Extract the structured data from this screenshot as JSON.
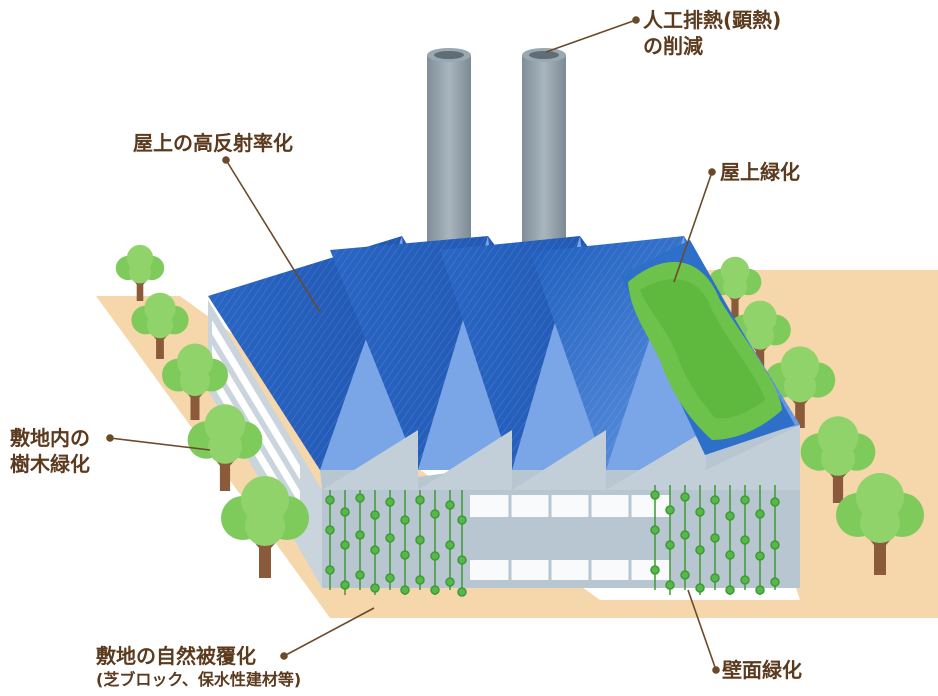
{
  "labels": {
    "waste_heat": {
      "line1": "人工排熱(顕熱)",
      "line2": "の削減"
    },
    "roof_reflectivity": "屋上の高反射率化",
    "roof_greening": "屋上緑化",
    "site_trees": {
      "line1": "敷地内の",
      "line2": "樹木緑化"
    },
    "ground_cover": {
      "line1": "敷地の自然被覆化",
      "line2": "(芝ブロック、保水性建材等)"
    },
    "wall_greening": "壁面緑化"
  },
  "colors": {
    "label_text": "#5b3a1e",
    "leader_line": "#6b4a2a",
    "ground": "#f6d7ab",
    "roof_blue": "#2f6cc4",
    "roof_blue_light": "#6f9fe3",
    "facade": "#b8c6d1",
    "chimney": "#98a6b0",
    "tree_foliage": "#8fd36a",
    "tree_trunk": "#8a5a3a",
    "roof_green": "#6cc24a",
    "ivy": "#4cae3f"
  }
}
